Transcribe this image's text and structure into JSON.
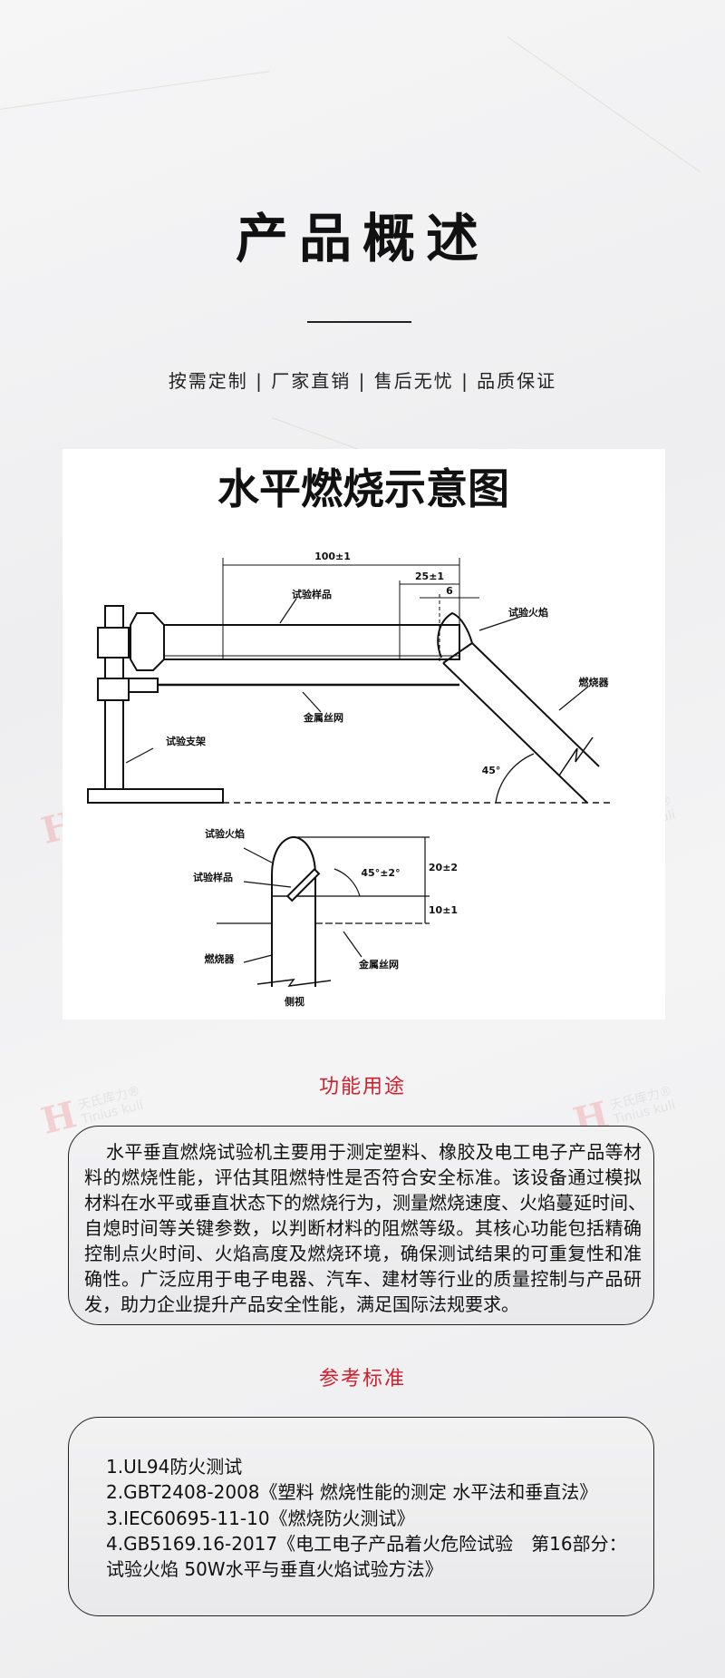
{
  "header": {
    "title": "产品概述",
    "subtitle": "按需定制 | 厂家直销 | 售后无忧 | 品质保证"
  },
  "diagram": {
    "title": "水平燃烧示意图",
    "labels": {
      "dim_100": "100±1",
      "dim_25": "25±1",
      "dim_6": "6",
      "sample": "试验样品",
      "flame": "试验火焰",
      "burner": "燃烧器",
      "mesh": "金属丝网",
      "stand": "试验支架",
      "angle_45": "45°",
      "side_flame": "试验火焰",
      "side_sample": "试验样品",
      "side_angle": "45°±2°",
      "dim_20": "20±2",
      "dim_10": "10±1",
      "side_burner": "燃烧器",
      "side_mesh": "金属丝网",
      "side_view": "侧视"
    }
  },
  "watermark": {
    "brand": "天氏库力®",
    "brand_en": "Tinius kuli"
  },
  "function": {
    "heading": "功能用途",
    "lines": [
      "水平垂直燃烧试验机主要用于测定塑料、橡胶及电工电子产品等材",
      "料的燃烧性能，评估其阻燃特性是否符合安全标准。该设备通过模拟",
      "材料在水平或垂直状态下的燃烧行为，测量燃烧速度、火焰蔓延时间、",
      "自熄时间等关键参数，以判断材料的阻燃等级。其核心功能包括精确",
      "控制点火时间、火焰高度及燃烧环境，确保测试结果的可重复性和准",
      "确性。广泛应用于电子电器、汽车、建材等行业的质量控制与产品研",
      "发，助力企业提升产品安全性能，满足国际法规要求。"
    ]
  },
  "standards": {
    "heading": "参考标准",
    "items": [
      "1.UL94防火测试",
      "2.GBT2408-2008《塑料 燃烧性能的测定 水平法和垂直法》",
      "3.IEC60695-11-10《燃烧防火测试》",
      "4.GB5169.16-2017《电工电子产品着火危险试验　第16部分：",
      "试验火焰 50W水平与垂直火焰试验方法》"
    ]
  },
  "colors": {
    "accent": "#d0202e",
    "background": "#f0f0f2"
  }
}
